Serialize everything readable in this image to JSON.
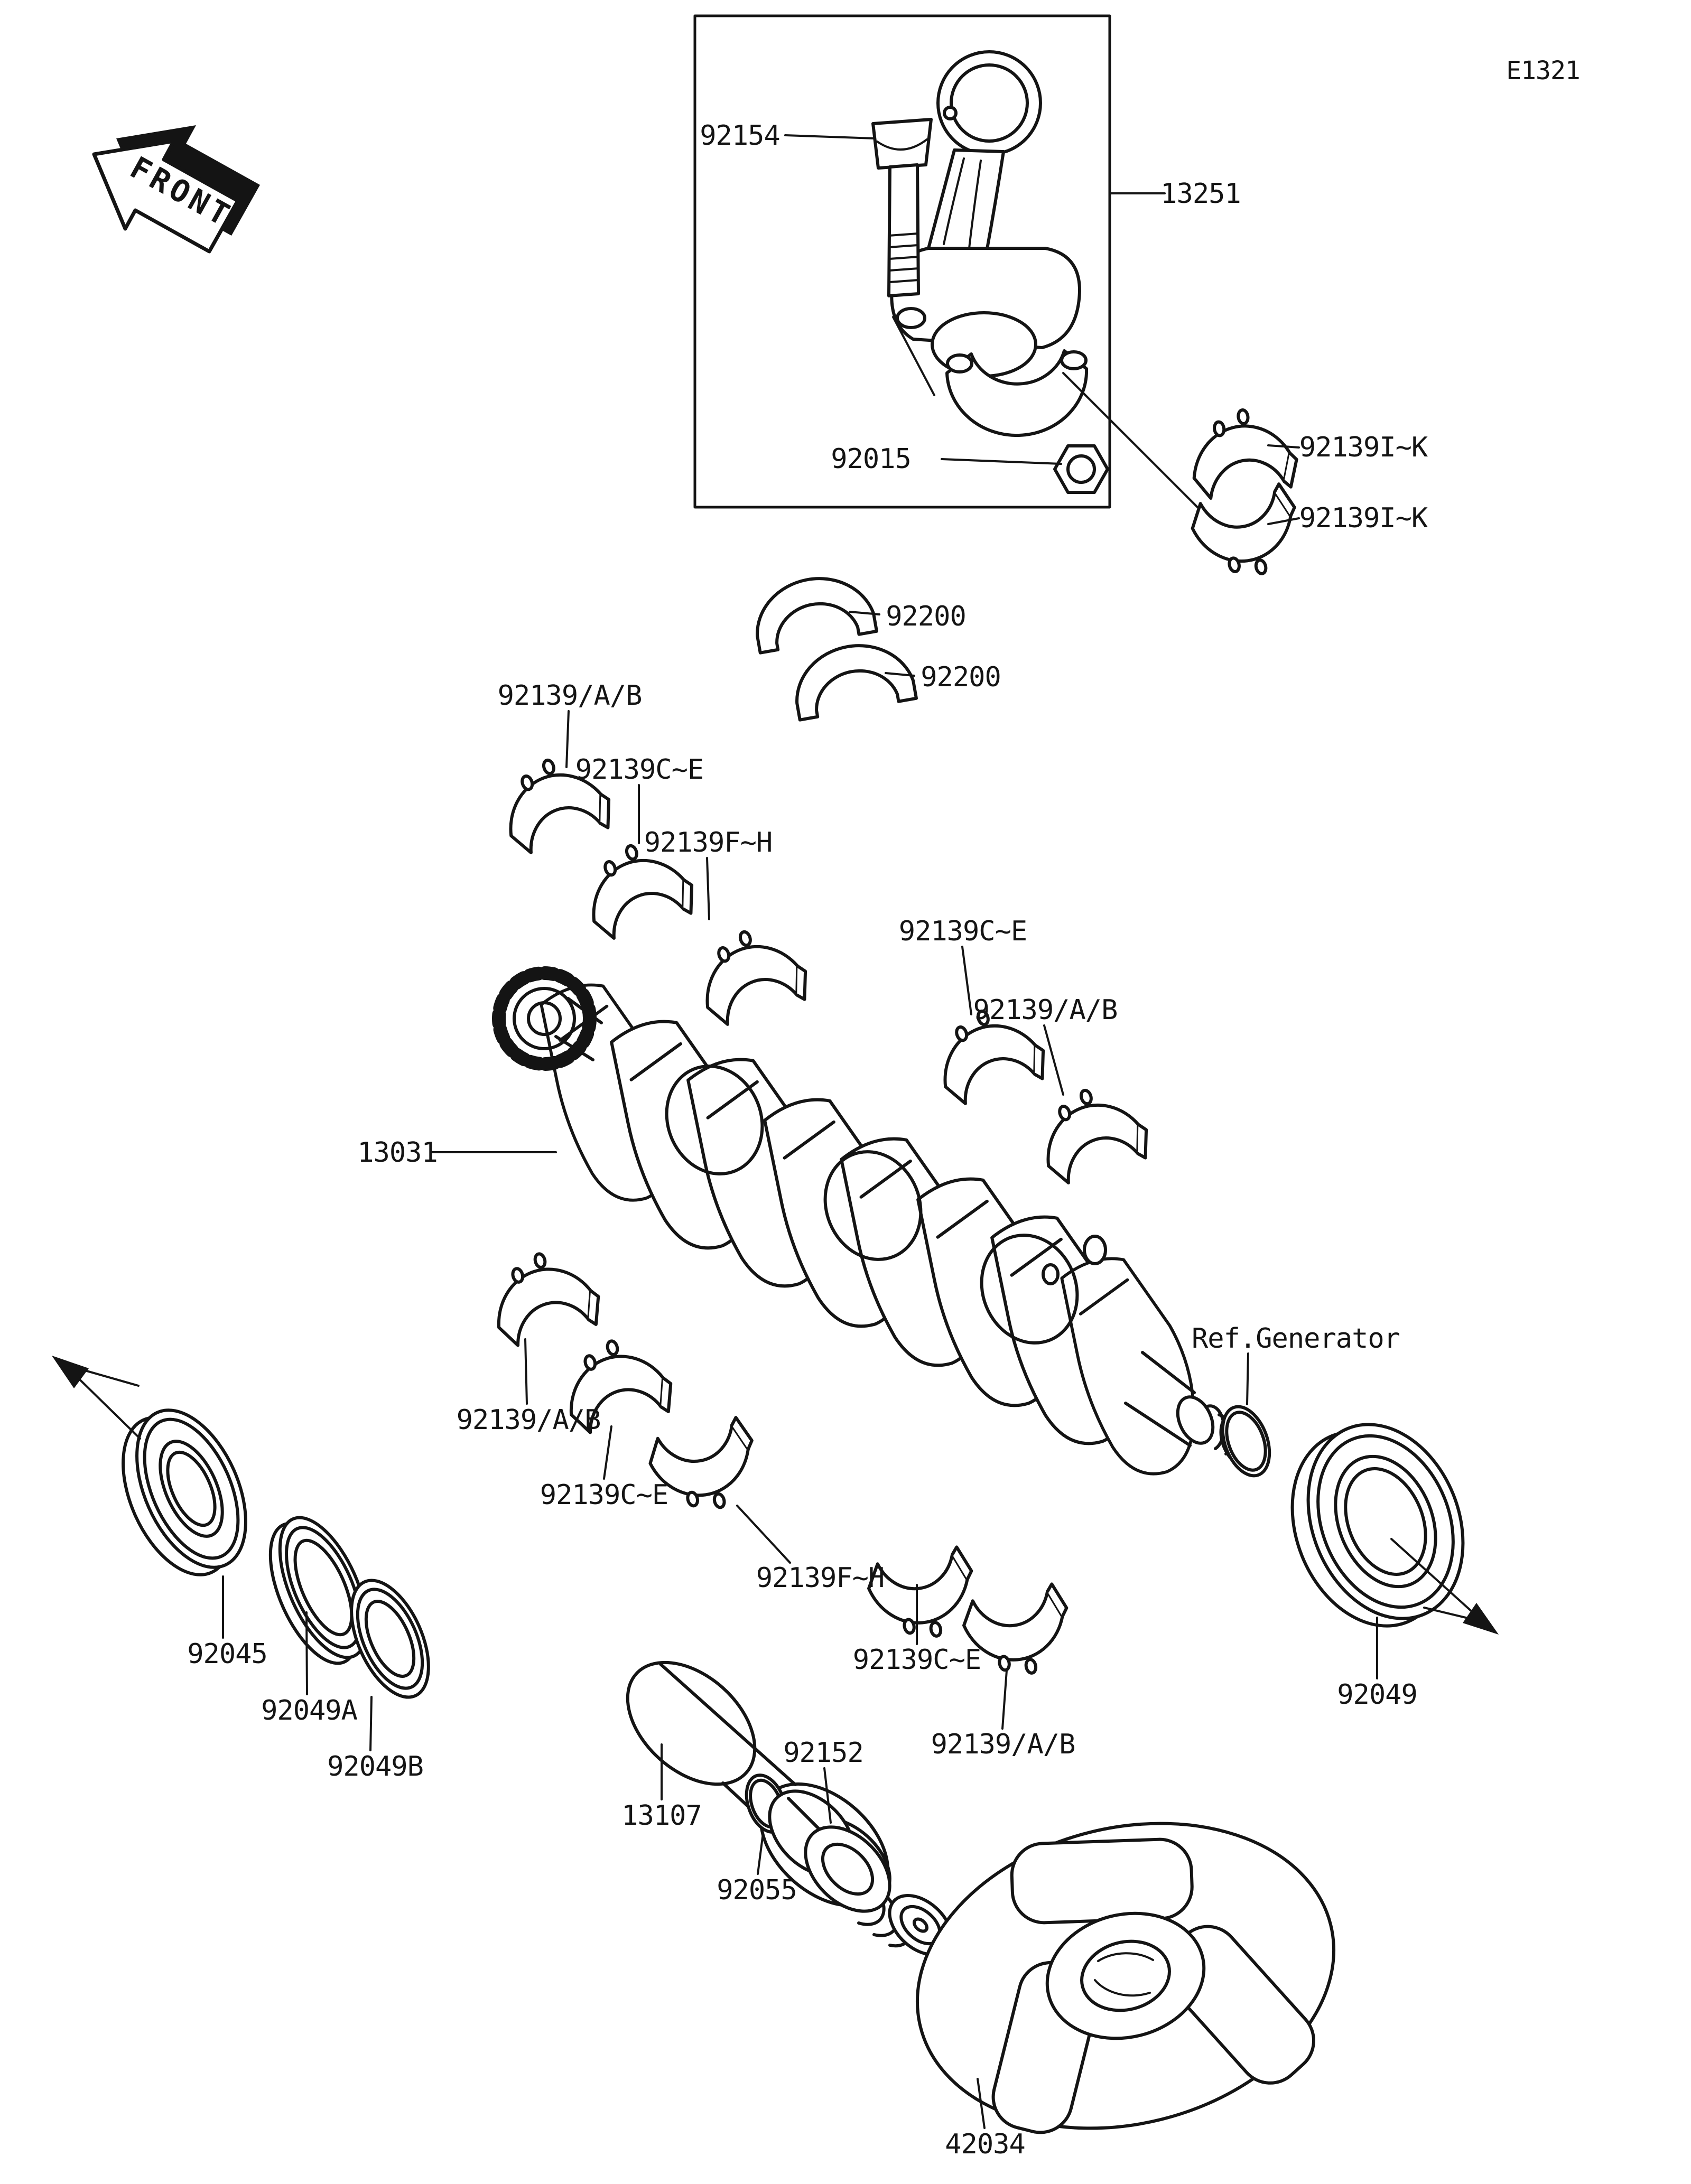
{
  "page": {
    "code": "E1321",
    "front": "FRONT"
  },
  "callouts": {
    "conn_rod_assembly": "13251",
    "conn_rod_bolt": "92154",
    "conn_rod_nut": "92015",
    "rod_bearing_upper": "92139I~K",
    "rod_bearing_lower": "92139I~K",
    "thrust_washer_front": "92200",
    "thrust_washer_rear": "92200",
    "main_bearing_ab_top": "92139/A/B",
    "main_bearing_ce_top": "92139C~E",
    "main_bearing_fh_top": "92139F~H",
    "main_bearing_ce_top2": "92139C~E",
    "main_bearing_ab_top2": "92139/A/B",
    "crankshaft": "13031",
    "generator_ref": "Ref.Generator",
    "main_bearing_ab_bottom": "92139/A/B",
    "main_bearing_ce_bottom": "92139C~E",
    "main_bearing_fh_bottom": "92139F~H",
    "main_bearing_ce_bottom2": "92139C~E",
    "main_bearing_ab_bottom2": "92139/A/B",
    "ball_bearing": "92045",
    "oil_seal_a": "92049A",
    "oil_seal_b": "92049B",
    "spacer": "13107",
    "collar": "92152",
    "o_ring": "92055",
    "oil_seal_rear": "92049",
    "coupling": "42034"
  }
}
